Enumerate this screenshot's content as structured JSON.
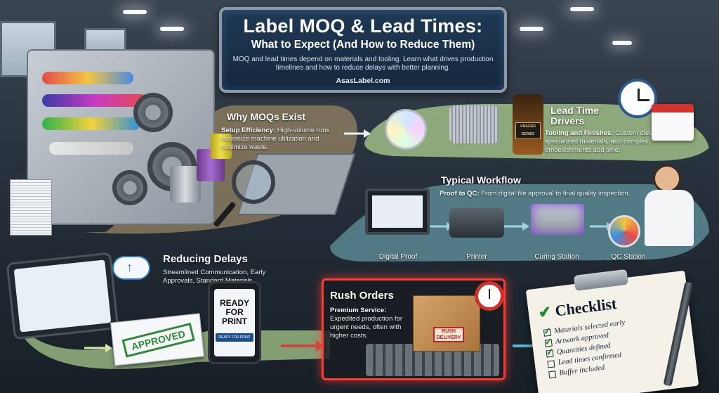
{
  "title": {
    "line1": "Label MOQ & Lead Times:",
    "line2": "What to Expect (And How to Reduce Them)",
    "subtitle": "MOQ and lead times depend on materials and tooling. Learn what drives production timelines and how to reduce delays with better planning.",
    "site": "AsasLabel.com"
  },
  "why_moqs": {
    "heading": "Why MOQs Exist",
    "lead": "Setup Efficiency:",
    "body": "High-volume runs maximize machine utilization and minimize waste."
  },
  "lead_time": {
    "heading_line1": "Lead Time",
    "heading_line2": "Drivers",
    "lead": "Tooling and Finishes:",
    "body": "Custom dies, specialized materials, and complex embellishments add time.",
    "bottle_label": "UNAGED SERIES"
  },
  "workflow": {
    "heading": "Typical Workflow",
    "lead": "Proof to QC:",
    "body": "From digital file approval to final quality inspection.",
    "stages": [
      "Digital Proof",
      "Printer",
      "Curing Station",
      "QC Station"
    ]
  },
  "reducing": {
    "heading": "Reducing Delays",
    "body": "Streamlined Communication, Early Approvals, Standard Materials.",
    "stamp": "APPROVED",
    "phone_text_1": "READY",
    "phone_text_2": "FOR",
    "phone_text_3": "PRINT",
    "phone_button": "READY FOR PRINT"
  },
  "rush": {
    "heading": "Rush Orders",
    "lead": "Premium Service:",
    "body": "Expedited production for urgent needs, often with higher costs.",
    "box_label_1": "RUSH",
    "box_label_2": "DELIVERY"
  },
  "checklist": {
    "heading": "Checklist",
    "items": [
      {
        "text": "Materials selected early",
        "checked": true
      },
      {
        "text": "Artwork approved",
        "checked": true
      },
      {
        "text": "Quantities defined",
        "checked": true
      },
      {
        "text": "Lead times confirmed",
        "checked": false
      },
      {
        "text": "Buffer included",
        "checked": false
      }
    ]
  },
  "icons": [
    "cloud-upload-icon",
    "clock-icon",
    "calendar-icon",
    "stopwatch-icon",
    "magnifier-icon",
    "pen-icon",
    "arrow-icon"
  ],
  "colors": {
    "path_beige": "#c9b592",
    "path_green": "#a8c98a",
    "path_teal": "#7fb3bd",
    "rush_red": "#ff3b30",
    "check_green": "#1a8a2e",
    "sign_navy": "#1f3a55"
  }
}
